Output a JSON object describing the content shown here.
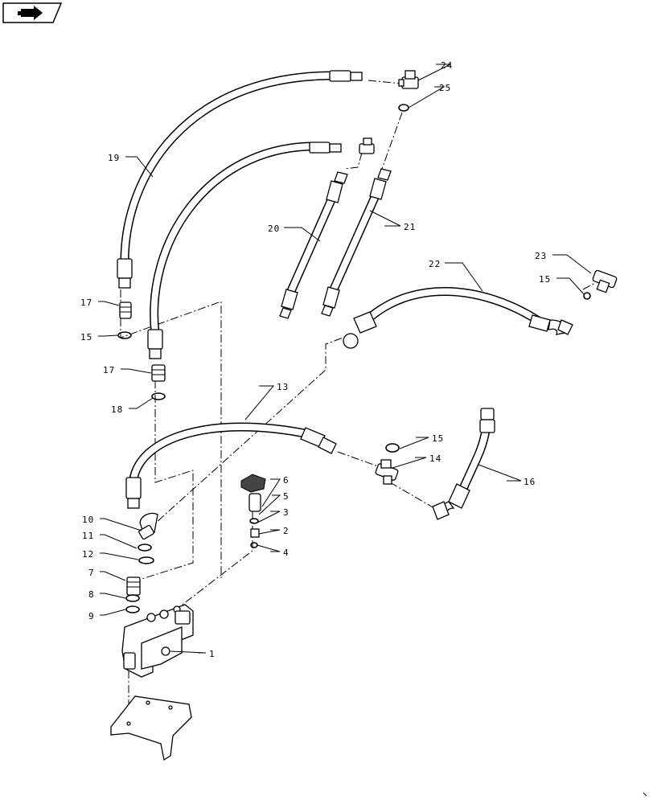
{
  "nav": {
    "icon": "return-arrow-icon"
  },
  "labels": {
    "l24": "24",
    "l25": "25",
    "l19": "19",
    "l20": "20",
    "l21": "21",
    "l22": "22",
    "l23": "23",
    "l15a": "15",
    "l17a": "17",
    "l15b": "15",
    "l17b": "17",
    "l18": "18",
    "l13": "13",
    "l15c": "15",
    "l14": "14",
    "l16": "16",
    "l6": "6",
    "l5": "5",
    "l3": "3",
    "l2": "2",
    "l4": "4",
    "l10": "10",
    "l11": "11",
    "l12": "12",
    "l7": "7",
    "l8": "8",
    "l9": "9",
    "l1": "1"
  }
}
